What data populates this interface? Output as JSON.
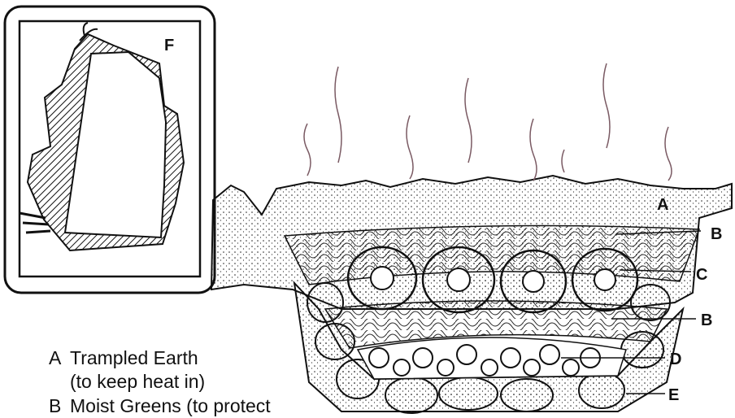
{
  "labels": {
    "a": "A",
    "b1": "B",
    "b2": "B",
    "c": "C",
    "d": "D",
    "e": "E",
    "f": "F"
  },
  "legend": [
    {
      "letter": "A",
      "text": "Trampled Earth"
    },
    {
      "letter": "",
      "text": "(to keep heat in)"
    },
    {
      "letter": "B",
      "text": "Moist Greens (to protect"
    }
  ],
  "colors": {
    "ink": "#111111",
    "background": "#ffffff",
    "steam": "#7a5a63"
  }
}
